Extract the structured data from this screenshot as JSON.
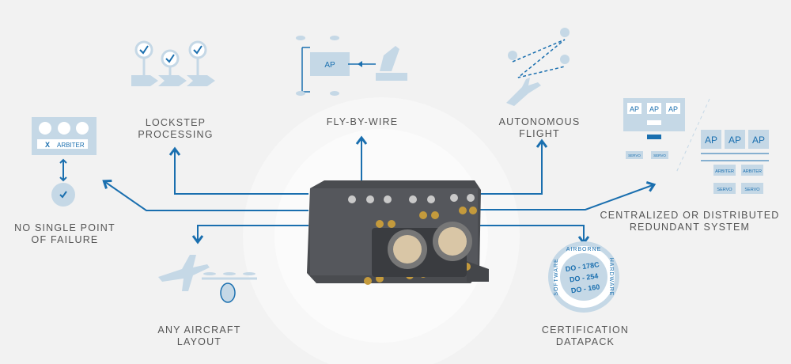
{
  "features": {
    "lockstep": {
      "line1": "LOCKSTEP",
      "line2": "PROCESSING"
    },
    "fly_by_wire": {
      "line1": "FLY-BY-WIRE",
      "icon_box": "AP"
    },
    "autonomous": {
      "line1": "AUTONOMOUS",
      "line2": "FLIGHT"
    },
    "no_spf": {
      "line1": "NO SINGLE POINT",
      "line2": "OF FAILURE",
      "arbiter": "ARBITER",
      "fail_mark": "X"
    },
    "any_aircraft": {
      "line1": "ANY AIRCRAFT",
      "line2": "LAYOUT"
    },
    "certification": {
      "line1": "CERTIFICATION",
      "line2": "DATAPACK",
      "seal_top": "AIRBORNE",
      "seal_right": "HARDWARE",
      "seal_left": "SOFTWARE",
      "standards": [
        "DO - 178C",
        "DO - 254",
        "DO - 160"
      ]
    },
    "redundant": {
      "line1": "CENTRALIZED OR DISTRIBUTED",
      "line2": "REDUNDANT SYSTEM",
      "ap": "AP",
      "servo": "SERVO",
      "arbiter": "ARBITER"
    }
  },
  "colors": {
    "accent": "#1a6faf",
    "icon": "#c5d8e6",
    "text": "#555555",
    "background": "#f2f2f2"
  }
}
